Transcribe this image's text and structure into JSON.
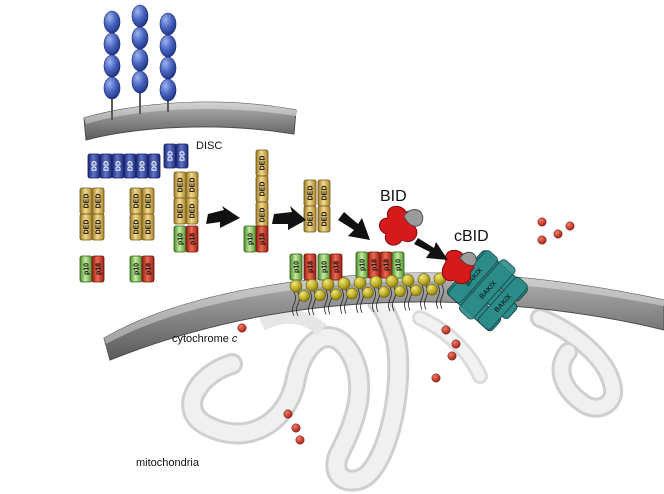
{
  "labels": {
    "disc": "DISC",
    "bid": "BID",
    "cbid": "cBID",
    "cytochrome_prefix": "cytochrome ",
    "cytochrome_suffix": "c",
    "mitochondria": "mitochondria"
  },
  "domains": {
    "dd": "DD",
    "ded": "DED",
    "p18": "p18",
    "p10": "p10",
    "bak": "BAK/X"
  },
  "colors": {
    "membrane": "#8c8c8c",
    "receptor_bead": "#3a56b0",
    "dd": "#27358f",
    "ded": "#c9a447",
    "p18": "#c8301f",
    "p10": "#7cc24a",
    "bid": "#d6191b",
    "cytochrome_c": "#c4221a",
    "lipid_head": "#b3a41b",
    "bak": "#2c8c8a"
  }
}
